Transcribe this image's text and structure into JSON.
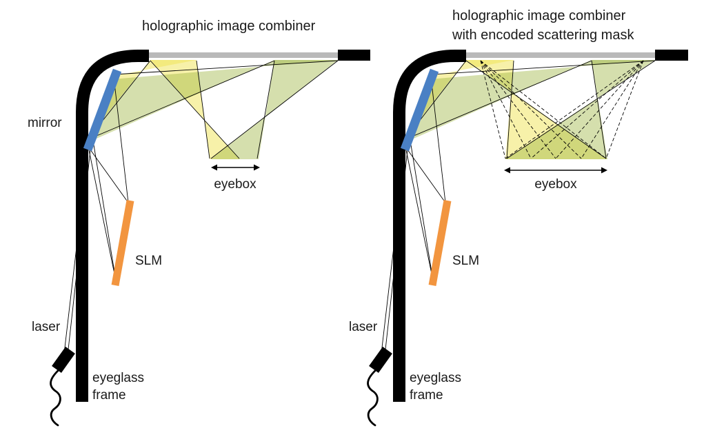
{
  "colors": {
    "beam-yellow": "#f0e354",
    "beam-green": "#9ab23c",
    "mirror-blue": "#4a80c4",
    "slm-orange": "#f2953f",
    "combiner-gray": "#b9b9b9",
    "ink": "#000000",
    "text": "#1a1a1a"
  },
  "left_panel": {
    "title": "holographic image combiner",
    "labels": {
      "mirror": "mirror",
      "slm": "SLM",
      "laser": "laser",
      "frame_line1": "eyeglass",
      "frame_line2": "frame",
      "eyebox": "eyebox"
    }
  },
  "right_panel": {
    "title_line1": "holographic image combiner",
    "title_line2": "with encoded scattering mask",
    "labels": {
      "slm": "SLM",
      "laser": "laser",
      "frame_line1": "eyeglass",
      "frame_line2": "frame",
      "eyebox": "eyebox"
    }
  }
}
